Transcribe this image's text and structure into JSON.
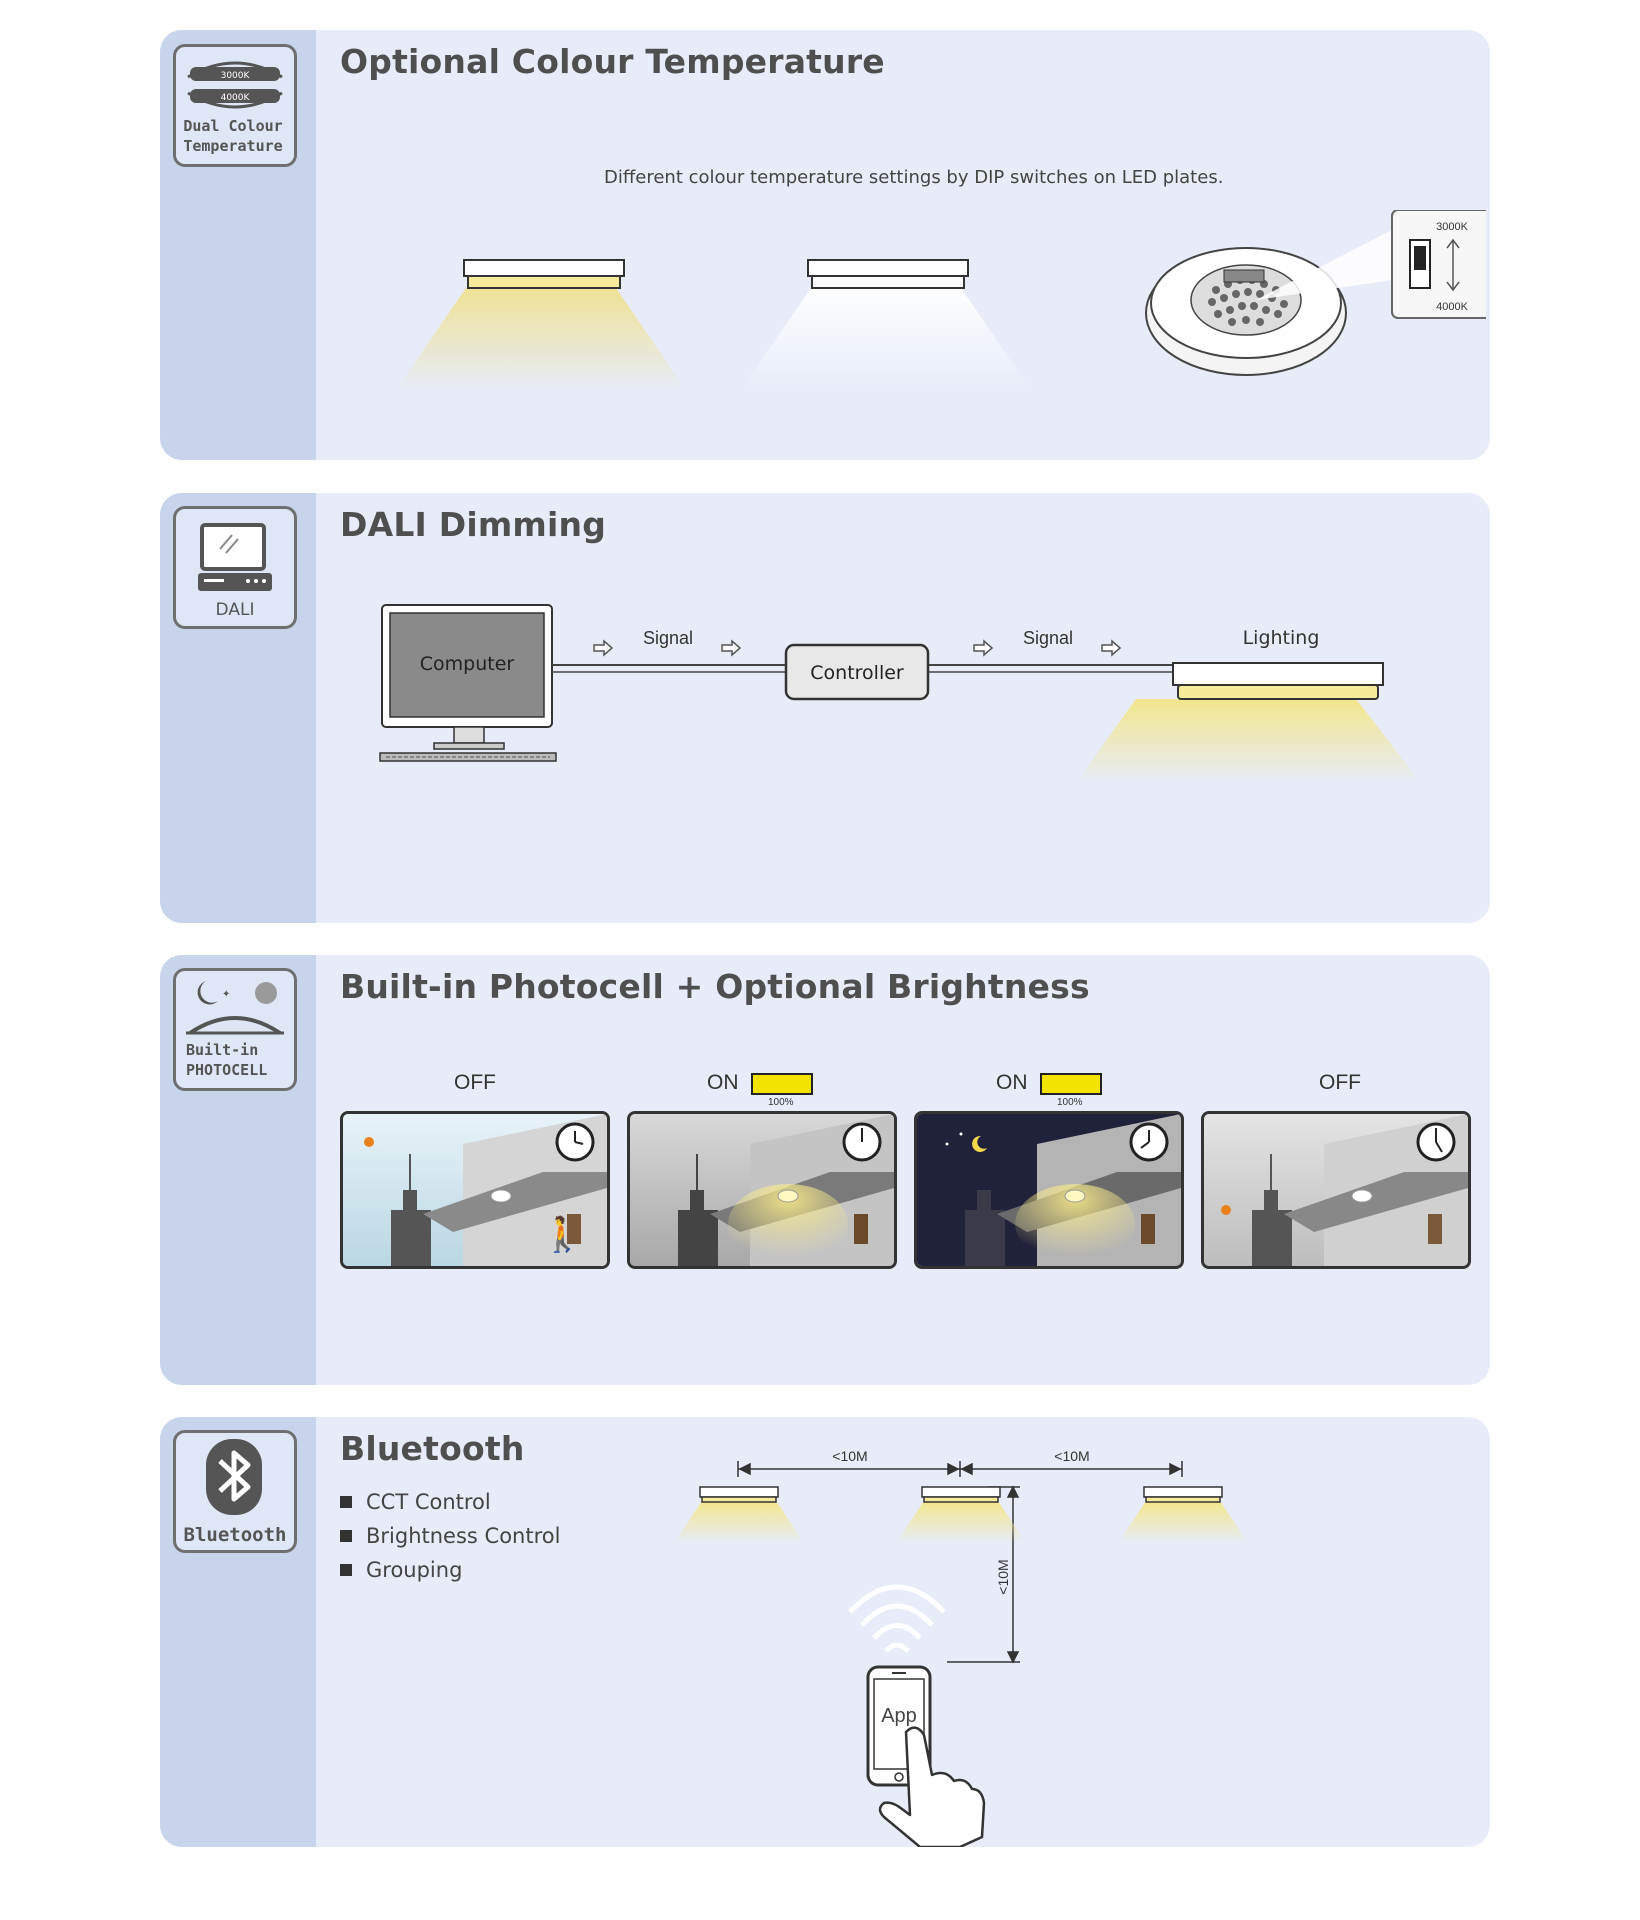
{
  "sections": {
    "colour": {
      "badge_line1": "3000K",
      "badge_line2": "4000K",
      "badge_text1": "Dual Colour",
      "badge_text2": "Temperature",
      "title": "Optional Colour Temperature",
      "caption": "Different colour temperature settings by DIP switches on LED plates.",
      "switch_top": "3000K",
      "switch_bottom": "4000K"
    },
    "dali": {
      "badge_text": "DALI",
      "title": "DALI  Dimming",
      "computer": "Computer",
      "signal_1": "Signal",
      "controller": "Controller",
      "signal_2": "Signal",
      "lighting": "Lighting"
    },
    "photocell": {
      "badge_text1": "Built-in",
      "badge_text2": "PHOTOCELL",
      "title": "Built-in Photocell + Optional Brightness",
      "scenes": [
        {
          "state": "OFF"
        },
        {
          "state": "ON",
          "brightness_label": "100%",
          "brightness": 1.0
        },
        {
          "state": "ON",
          "brightness_label": "100%",
          "brightness": 1.0
        },
        {
          "state": "OFF"
        }
      ]
    },
    "bluetooth": {
      "badge_text": "Bluetooth",
      "title": "Bluetooth",
      "features": [
        "CCT Control",
        "Brightness Control",
        "Grouping"
      ],
      "distance_1": "<10M",
      "distance_2": "<10M",
      "distance_vertical": "<10M",
      "app_label": "App"
    }
  },
  "colors": {
    "panel": "#e7ecf8",
    "side": "#c8d3ec",
    "warm_light": "#f5eb9a",
    "brightness_bar": "#f2e200"
  }
}
